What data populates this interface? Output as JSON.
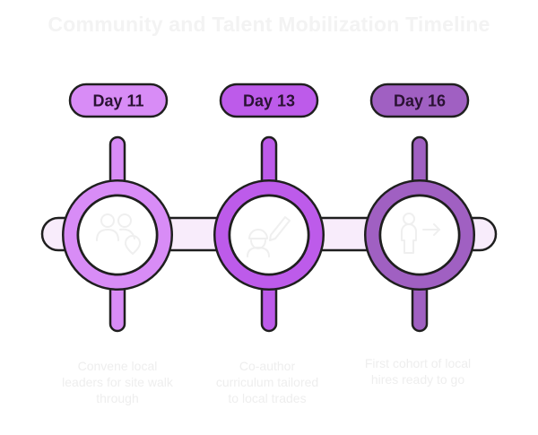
{
  "title": "Community and Talent Mobilization Timeline",
  "colors": {
    "background": "#ffffff",
    "outline": "#1f1f1f",
    "bar_fill": "#f8ecfb",
    "title_text": "#f3f3f3",
    "description_text": "#eeeeee",
    "icon_stroke": "#efefef"
  },
  "milestones": [
    {
      "day": "Day 11",
      "color": "#d88cf6",
      "icon": "people-location-icon",
      "description": [
        "Convene local",
        "leaders for site walk",
        "through"
      ]
    },
    {
      "day": "Day 13",
      "color": "#bd5bea",
      "icon": "worker-pencil-icon",
      "description": [
        "Co-author",
        "curriculum tailored",
        "to local trades"
      ]
    },
    {
      "day": "Day 16",
      "color": "#a060c2",
      "icon": "person-arrow-icon",
      "description": [
        "First cohort of local",
        "hires ready to go"
      ]
    }
  ]
}
